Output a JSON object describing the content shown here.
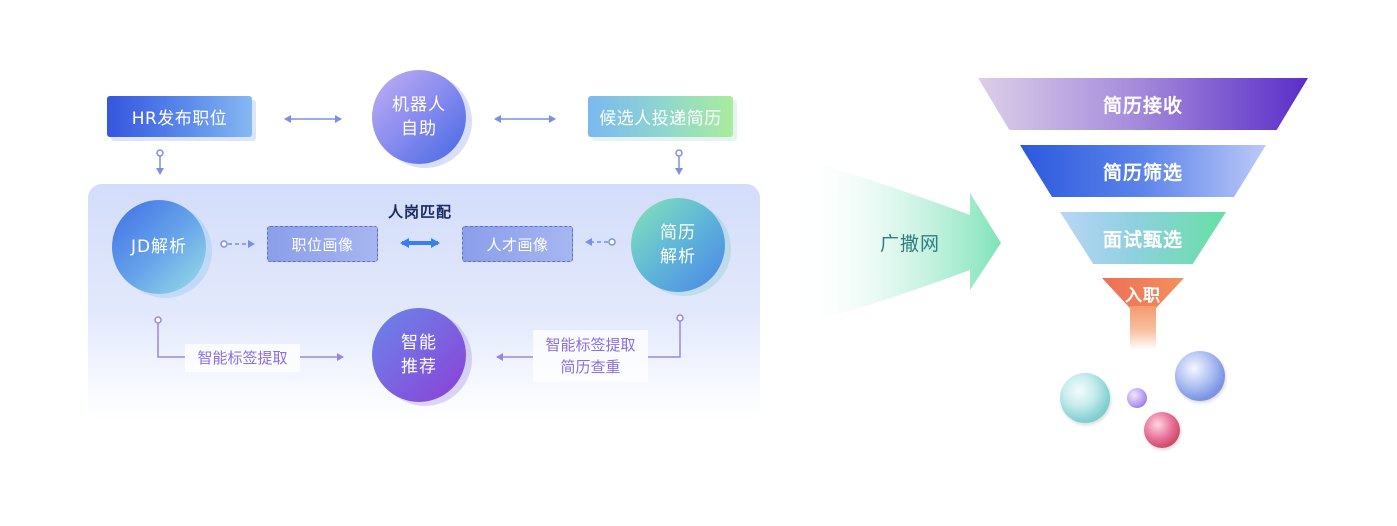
{
  "top_row": {
    "hr_post": "HR发布职位",
    "robot": [
      "机器人",
      "自助"
    ],
    "candidate_submit": "候选人投递简历"
  },
  "matching": {
    "title": "人岗匹配",
    "jd_parse": "JD解析",
    "job_profile": "职位画像",
    "talent_profile": "人才画像",
    "resume_parse": [
      "简历",
      "解析"
    ]
  },
  "bottom_row": {
    "left_label": "智能标签提取",
    "recommend": [
      "智能",
      "推荐"
    ],
    "right_label": [
      "智能标签提取",
      "简历查重"
    ]
  },
  "wide_net": "广撒网",
  "funnel": [
    {
      "label": "简历接收"
    },
    {
      "label": "简历筛选"
    },
    {
      "label": "面试甄选"
    },
    {
      "label": "入职"
    }
  ],
  "colors": {
    "connector_blue": "#7b90e2",
    "match_arrow": "#3a7ef0",
    "label_purple": "#8a6ee2",
    "net_green": "#7fe3b9",
    "title_navy": "#1b2a66"
  }
}
